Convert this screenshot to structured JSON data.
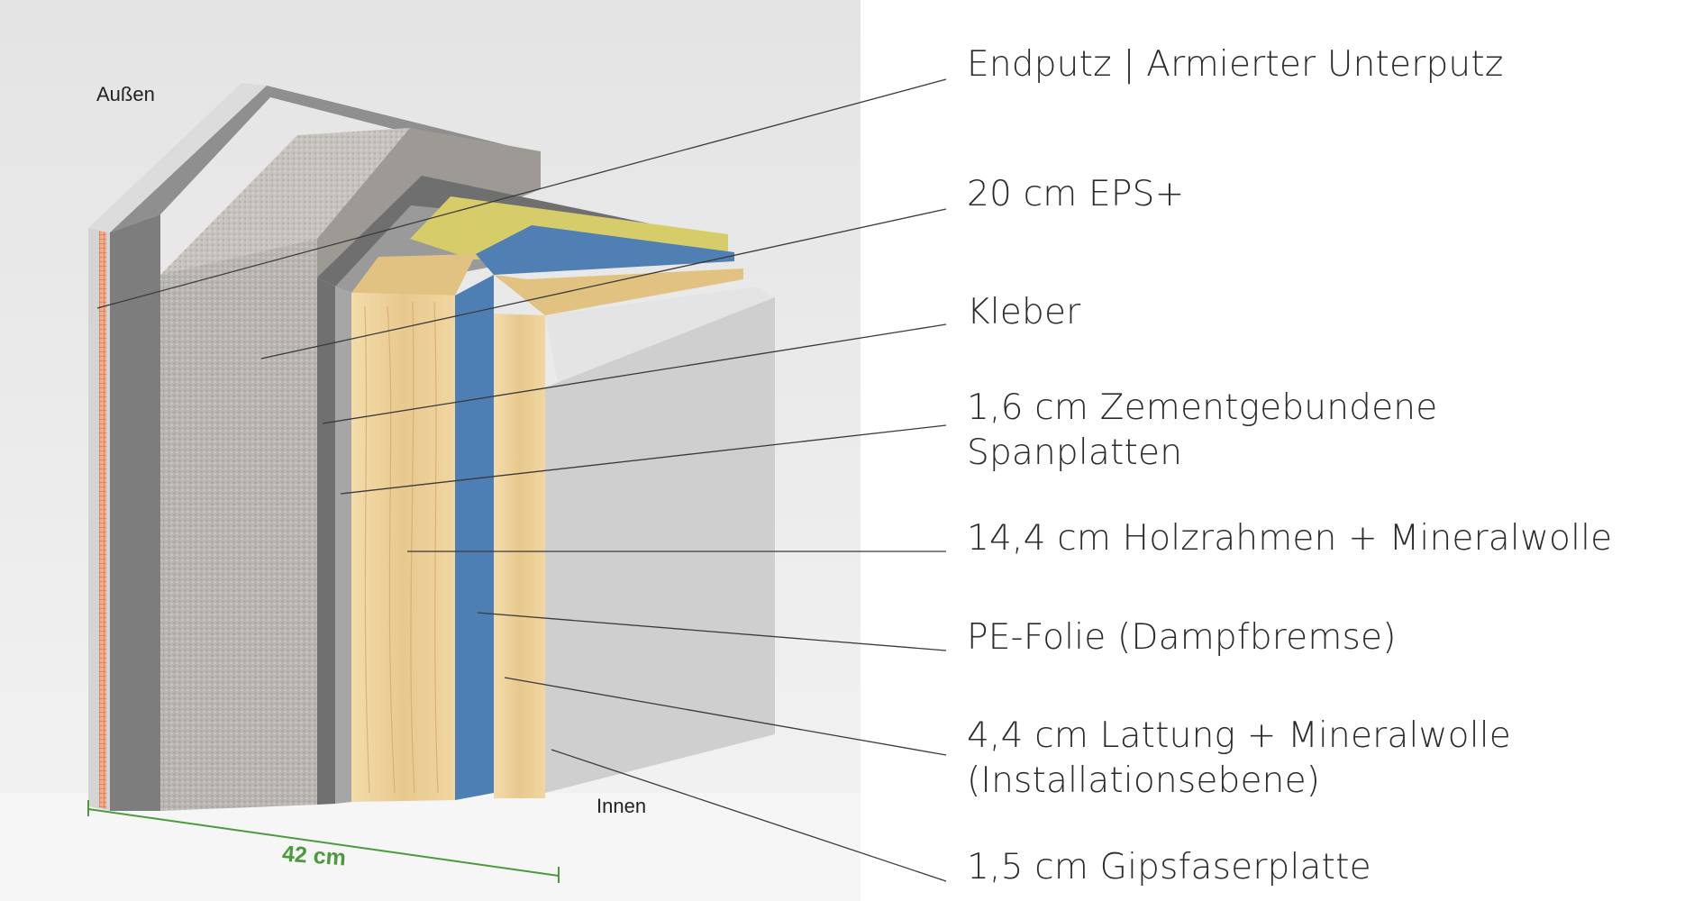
{
  "sides": {
    "outside": "Außen",
    "inside": "Innen"
  },
  "dimension": {
    "label": "42 cm"
  },
  "layers": [
    {
      "lines": [
        "Endputz | Armierter Unterputz"
      ]
    },
    {
      "lines": [
        "20 cm EPS+"
      ]
    },
    {
      "lines": [
        "Kleber"
      ]
    },
    {
      "lines": [
        "1,6 cm Zementgebundene",
        "Spanplatten"
      ]
    },
    {
      "lines": [
        "14,4 cm Holzrahmen + Mineralwolle"
      ]
    },
    {
      "lines": [
        "PE-Folie (Dampfbremse)"
      ]
    },
    {
      "lines": [
        "4,4 cm Lattung + Mineralwolle",
        "(Installationsebene)"
      ]
    },
    {
      "lines": [
        "1,5 cm Gipsfaserplatte"
      ]
    }
  ],
  "colors": {
    "background_left": "#e9e9e9",
    "background_right": "#ffffff",
    "plaster": "#d9d9d9",
    "mesh": "#e07a4a",
    "eps": "#b4b1ad",
    "adhesive": "#8c8c8c",
    "chipboard": "#a9a9a9",
    "timber": "#e9cd96",
    "mineral_wool": "#d8cf6e",
    "vapour_barrier": "#4f7fb3",
    "gypsum": "#cfcfcf",
    "dimension": "#4b9a3c"
  }
}
